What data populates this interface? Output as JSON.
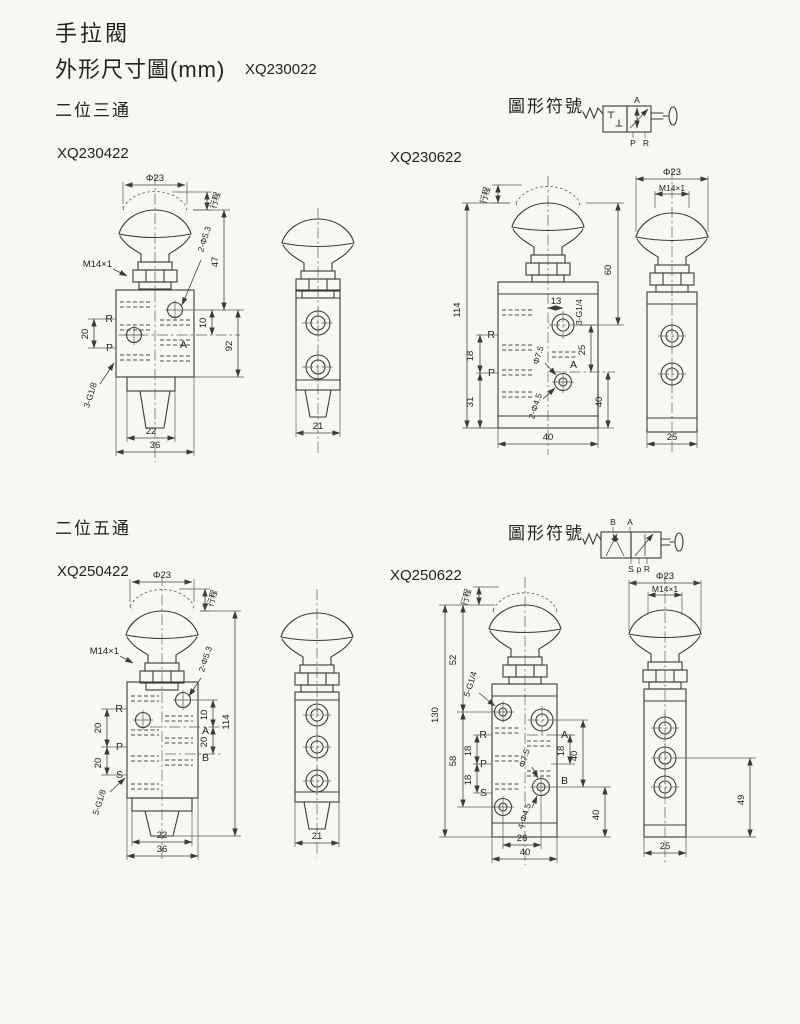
{
  "page": {
    "title": "手拉閥",
    "subtitle": "外形尺寸圖(mm)",
    "code": "XQ230022",
    "section_3way": "二位三通",
    "section_5way": "二位五通",
    "symbol_heading": "圖形符號"
  },
  "symbol_32": {
    "a": "A",
    "p": "P",
    "r": "R"
  },
  "symbol_52": {
    "b": "B",
    "a": "A",
    "s": "S",
    "p": "p",
    "r": "R"
  },
  "xq230422": {
    "model": "XQ230422",
    "front": {
      "knob_dia": "Φ23",
      "stroke": "行程",
      "thread": "M14×1",
      "pilot_holes": "2-Φ5.3",
      "dim_47": "47",
      "dim_92": "92",
      "dim_10": "10",
      "dim_20": "20",
      "port_r": "R",
      "port_p": "P",
      "port_a": "A",
      "port_thread": "3-G1/8",
      "dim_22": "22",
      "dim_36": "36"
    },
    "side": {
      "dim_21": "21"
    }
  },
  "xq230622": {
    "model": "XQ230622",
    "front": {
      "stroke": "行程",
      "dim_114": "114",
      "dim_60": "60",
      "dim_13": "13",
      "dim_18": "18",
      "dim_31": "31",
      "port_r": "R",
      "port_p": "P",
      "port_a": "A",
      "port_thread": "3-G1/4",
      "cb_dia": "Φ7.5",
      "mount_holes": "2-Φ4.5",
      "dim_25": "25",
      "dim_40_right": "40",
      "dim_40_bottom": "40"
    },
    "side": {
      "knob_dia": "Φ23",
      "thread": "M14×1",
      "dim_25": "25"
    }
  },
  "xq250422": {
    "model": "XQ250422",
    "front": {
      "knob_dia": "Φ23",
      "stroke": "行程",
      "thread": "M14×1",
      "pilot_holes": "2-Φ5.3",
      "dim_10": "10",
      "dim_20_rp": "20",
      "dim_20_ps": "20",
      "dim_20_ab": "20",
      "dim_114": "114",
      "port_r": "R",
      "port_p": "P",
      "port_s": "S",
      "port_a": "A",
      "port_b": "B",
      "port_thread": "5-G1/8",
      "dim_22": "22",
      "dim_36": "36"
    },
    "side": {
      "dim_21": "21"
    }
  },
  "xq250622": {
    "model": "XQ250622",
    "front": {
      "stroke": "行程",
      "dim_52": "52",
      "dim_130": "130",
      "dim_58": "58",
      "dim_18_rp": "18",
      "dim_18_ps": "18",
      "port_thread": "5-G1/4",
      "port_r": "R",
      "port_p": "P",
      "port_s": "S",
      "port_a": "A",
      "port_b": "B",
      "cb_dia": "Φ7.5",
      "mount_holes": "4-Φ4.5",
      "dim_18_right": "18",
      "dim_40_ab": "40",
      "dim_40_low": "40",
      "dim_26": "26",
      "dim_40_bottom": "40"
    },
    "side": {
      "knob_dia": "Φ23",
      "thread": "M14×1",
      "dim_49": "49",
      "dim_25": "25"
    }
  }
}
